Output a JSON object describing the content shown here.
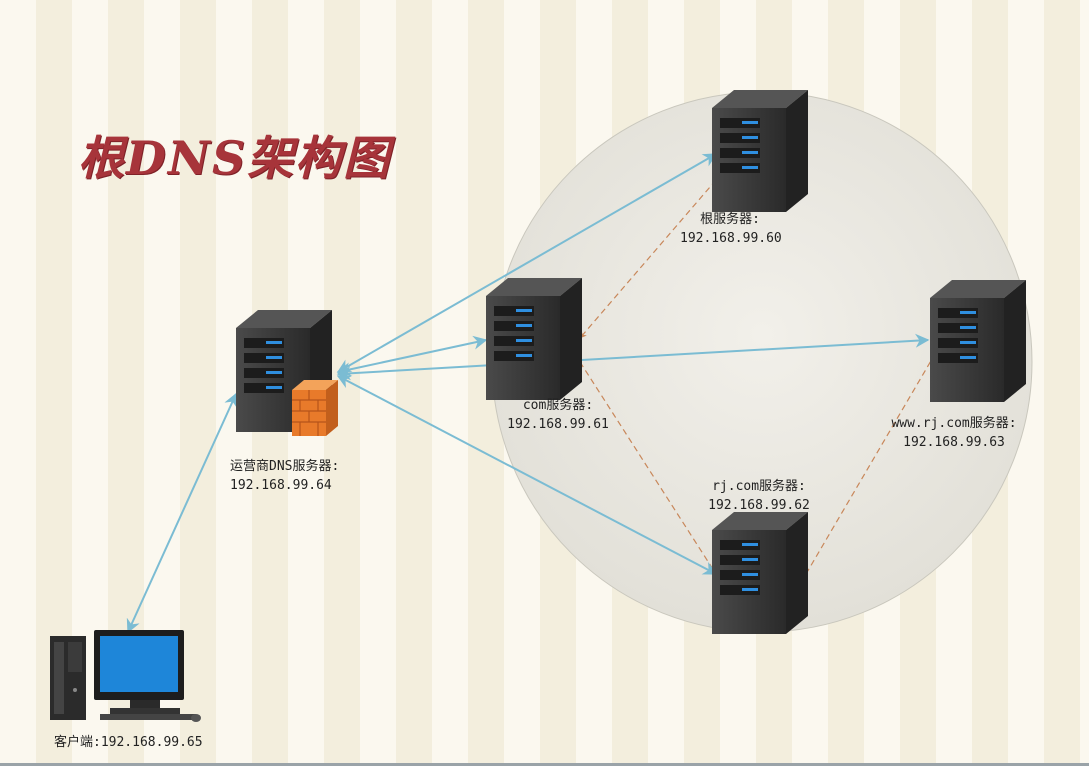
{
  "title": "根DNS架构图",
  "nodes": {
    "root": {
      "name": "根服务器:",
      "ip": "192.168.99.60"
    },
    "com": {
      "name": "com服务器:",
      "ip": "192.168.99.61"
    },
    "rjcom": {
      "name": "rj.com服务器:",
      "ip": "192.168.99.62"
    },
    "www": {
      "name": "www.rj.com服务器:",
      "ip": "192.168.99.63"
    },
    "isp": {
      "name": "运营商DNS服务器:",
      "ip": "192.168.99.64"
    },
    "client": {
      "label": "客户端:192.168.99.65"
    }
  },
  "colors": {
    "title": "#a7343a",
    "solid_arrow": "#7bbcd3",
    "dashed_arrow": "#c8875a",
    "circle_fill": "#e9e7df",
    "server_body": "#3a3a3a",
    "server_led": "#2f8fe0"
  },
  "icons": {
    "server": "server-icon",
    "firewall": "firewall-icon",
    "client": "desktop-computer-icon"
  }
}
